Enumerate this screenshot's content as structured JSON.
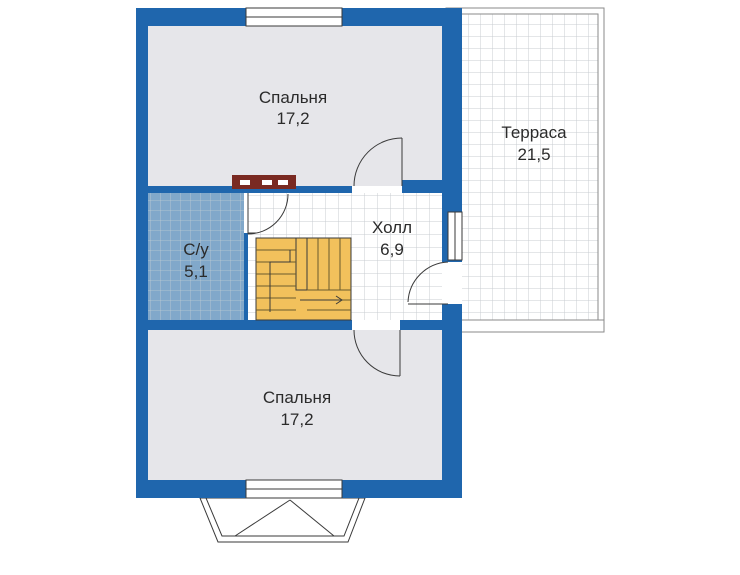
{
  "plan": {
    "colors": {
      "wall": "#1f66ad",
      "room_floor": "#e6e6ea",
      "tile_floor": "#d2dee2",
      "tile_grid": "#aab8c0",
      "hall_floor": "#ffffff",
      "hall_grid": "#c9ccd2",
      "stairs": "#f2c15c",
      "chimney": "#7a2a22",
      "window": "#ffffff",
      "line": "#3a3a3a"
    },
    "rooms": [
      {
        "id": "bedroom-top",
        "name": "Спальня",
        "area": "17,2"
      },
      {
        "id": "terrace",
        "name": "Терраса",
        "area": "21,5"
      },
      {
        "id": "bathroom",
        "name": "С/у",
        "area": "5,1"
      },
      {
        "id": "hall",
        "name": "Холл",
        "area": "6,9"
      },
      {
        "id": "bedroom-bottom",
        "name": "Спальня",
        "area": "17,2"
      }
    ]
  }
}
